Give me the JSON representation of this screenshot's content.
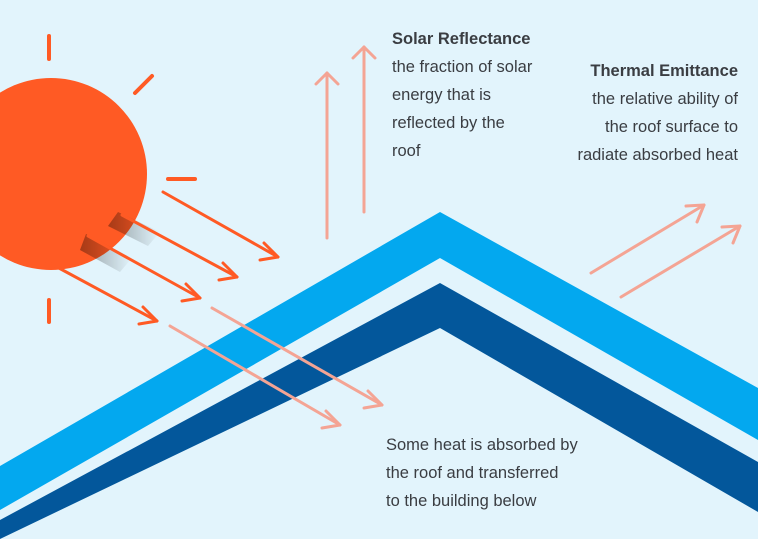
{
  "colors": {
    "background": "#e2f4fc",
    "sun": "#ff5a24",
    "incoming_ray": "#ff5a24",
    "secondary_ray": "#f4a494",
    "roof_outer": "#03a8ef",
    "roof_inner": "#03579b",
    "text": "#3a3d42"
  },
  "labels": {
    "solar_reflectance": {
      "title": "Solar Reflectance",
      "body": "the fraction of solar\nenergy that is\nreflected by the\nroof"
    },
    "thermal_emittance": {
      "title": "Thermal Emittance",
      "body": "the relative ability of\nthe roof surface to\nradiate absorbed heat"
    },
    "absorbed_heat": {
      "body": "Some heat is absorbed by\nthe roof and transferred\nto the building below"
    }
  },
  "icons": [
    "sun-icon",
    "sunbeam-icon",
    "arrow-icon"
  ]
}
